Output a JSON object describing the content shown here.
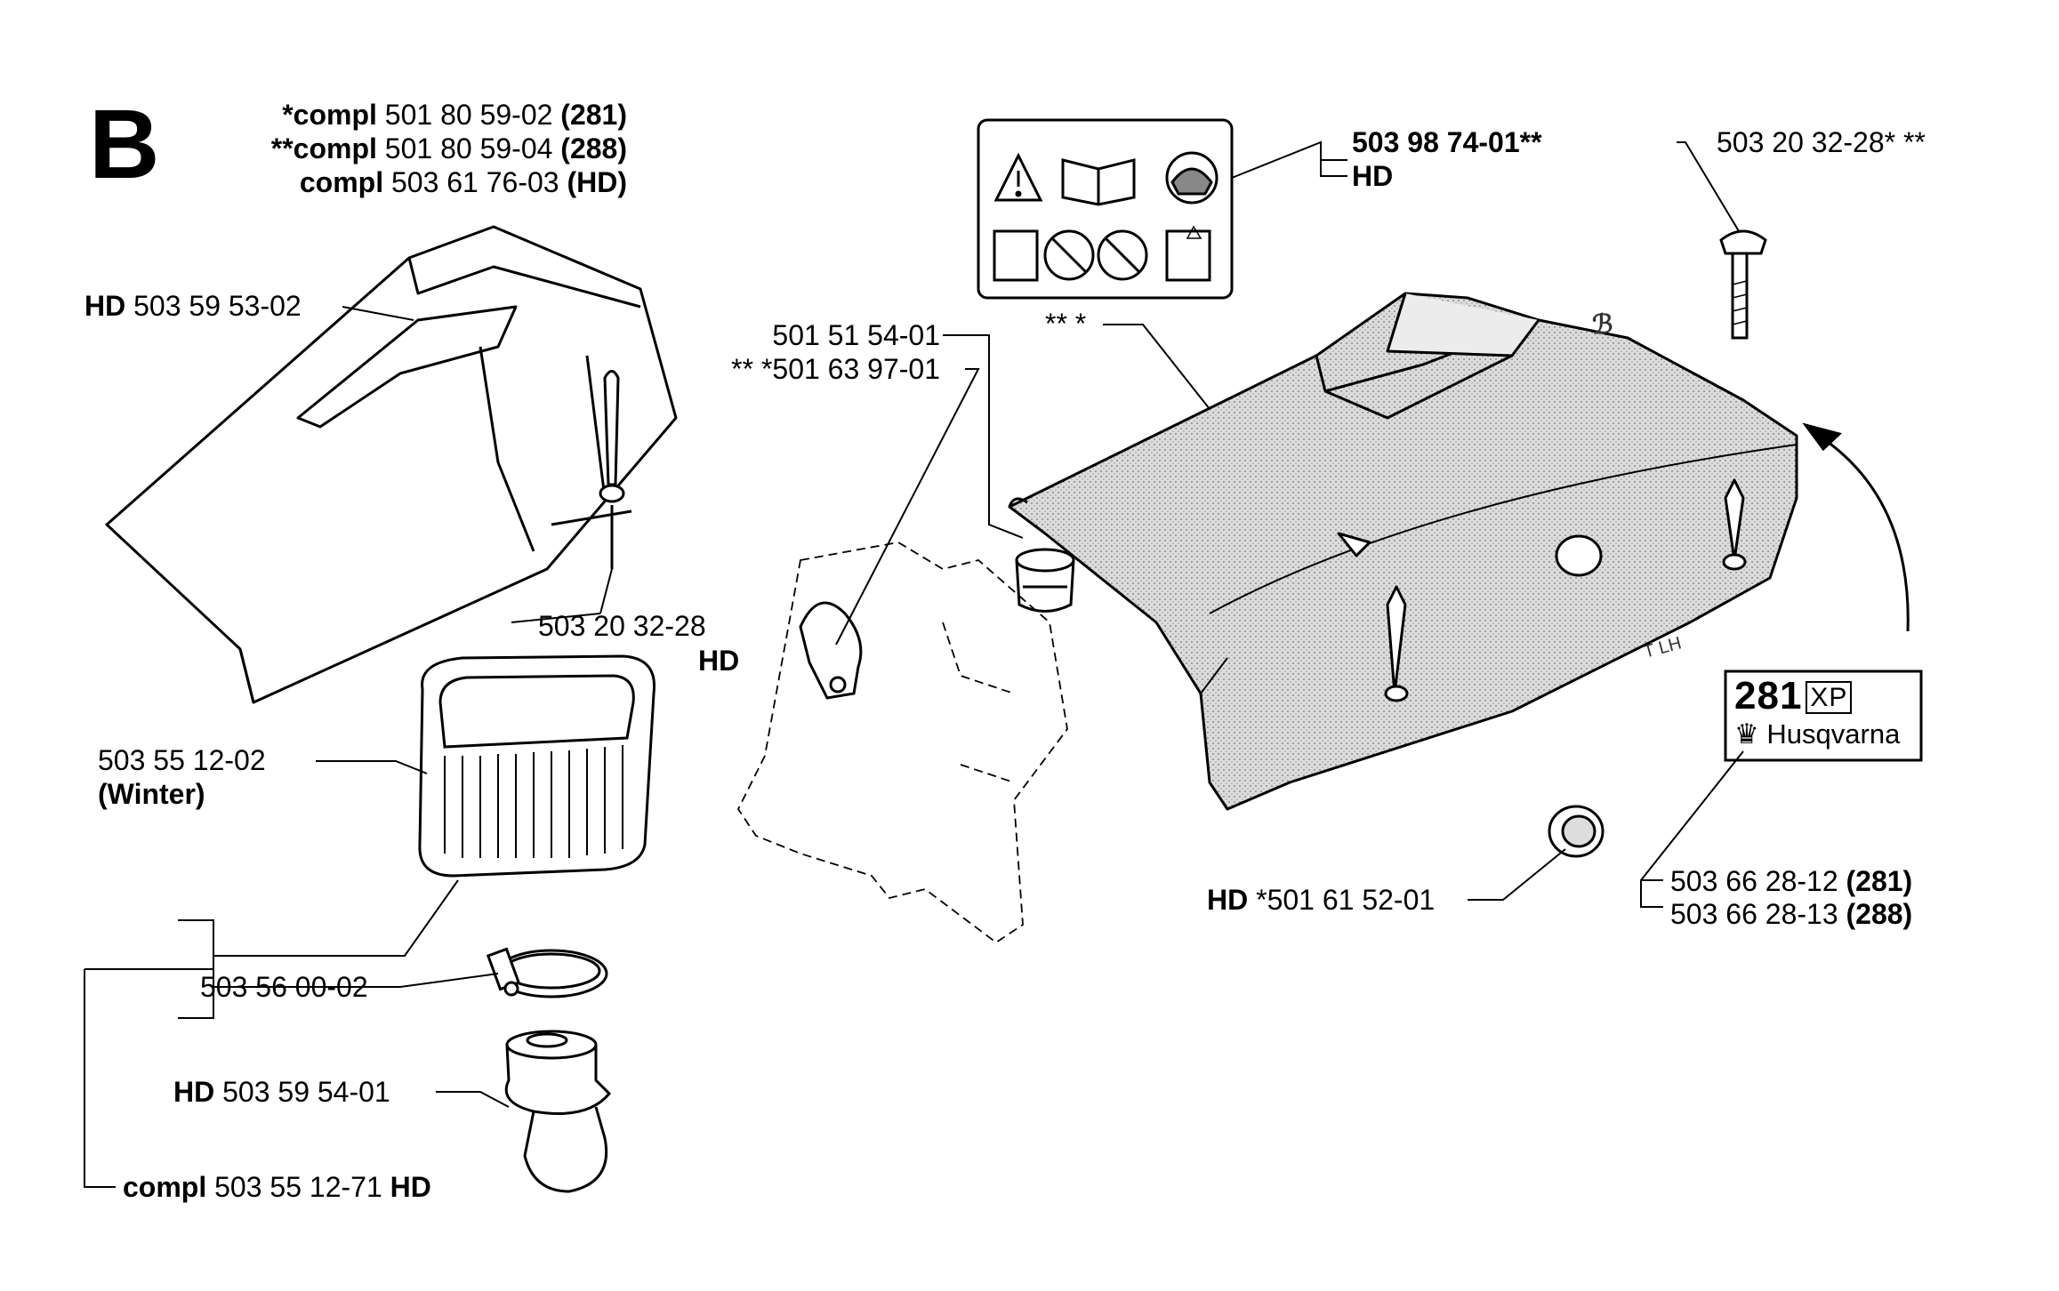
{
  "section_letter": "B",
  "header": {
    "line1": {
      "prefix": "*compl",
      "number": "501 80 59-02",
      "model": "(281)"
    },
    "line2": {
      "prefix": "**compl",
      "number": "501 80 59-04",
      "model": "(288)"
    },
    "line3": {
      "prefix": "compl",
      "number": "503 61 76-03",
      "model": "(HD)"
    }
  },
  "callouts": {
    "hd_cover": {
      "prefix": "HD",
      "number": "503 59 53-02"
    },
    "screw_left": {
      "number": "503 20 32-28",
      "suffix": "HD"
    },
    "filter": {
      "number": "503 55 12-02",
      "suffix": "(Winter)"
    },
    "clamp": {
      "number": "503 56 00-02"
    },
    "adapter": {
      "prefix": "HD",
      "number": "503 59 54-01"
    },
    "compl_hd": {
      "prefix": "compl",
      "number": "503 55 12-71",
      "suffix": "HD"
    },
    "choke": {
      "line1": "501 51 54-01",
      "line2": "** *501 63 97-01"
    },
    "decal": {
      "number": "503 98 74-01**",
      "suffix": "HD"
    },
    "screw_right": {
      "number": "503 20 32-28* **"
    },
    "cover_stars": {
      "text": "** *"
    },
    "plug": {
      "prefix": "HD",
      "number": "*501 61 52-01"
    },
    "logo_281": {
      "number": "503 66 28-12",
      "model": "(281)"
    },
    "logo_288": {
      "number": "503 66 28-13",
      "model": "(288)"
    }
  },
  "logo": {
    "model": "281",
    "suffix": "XP",
    "brand": "Husqvarna"
  },
  "colors": {
    "ink": "#000000",
    "shade": "#c8c8c8",
    "paper": "#ffffff"
  }
}
